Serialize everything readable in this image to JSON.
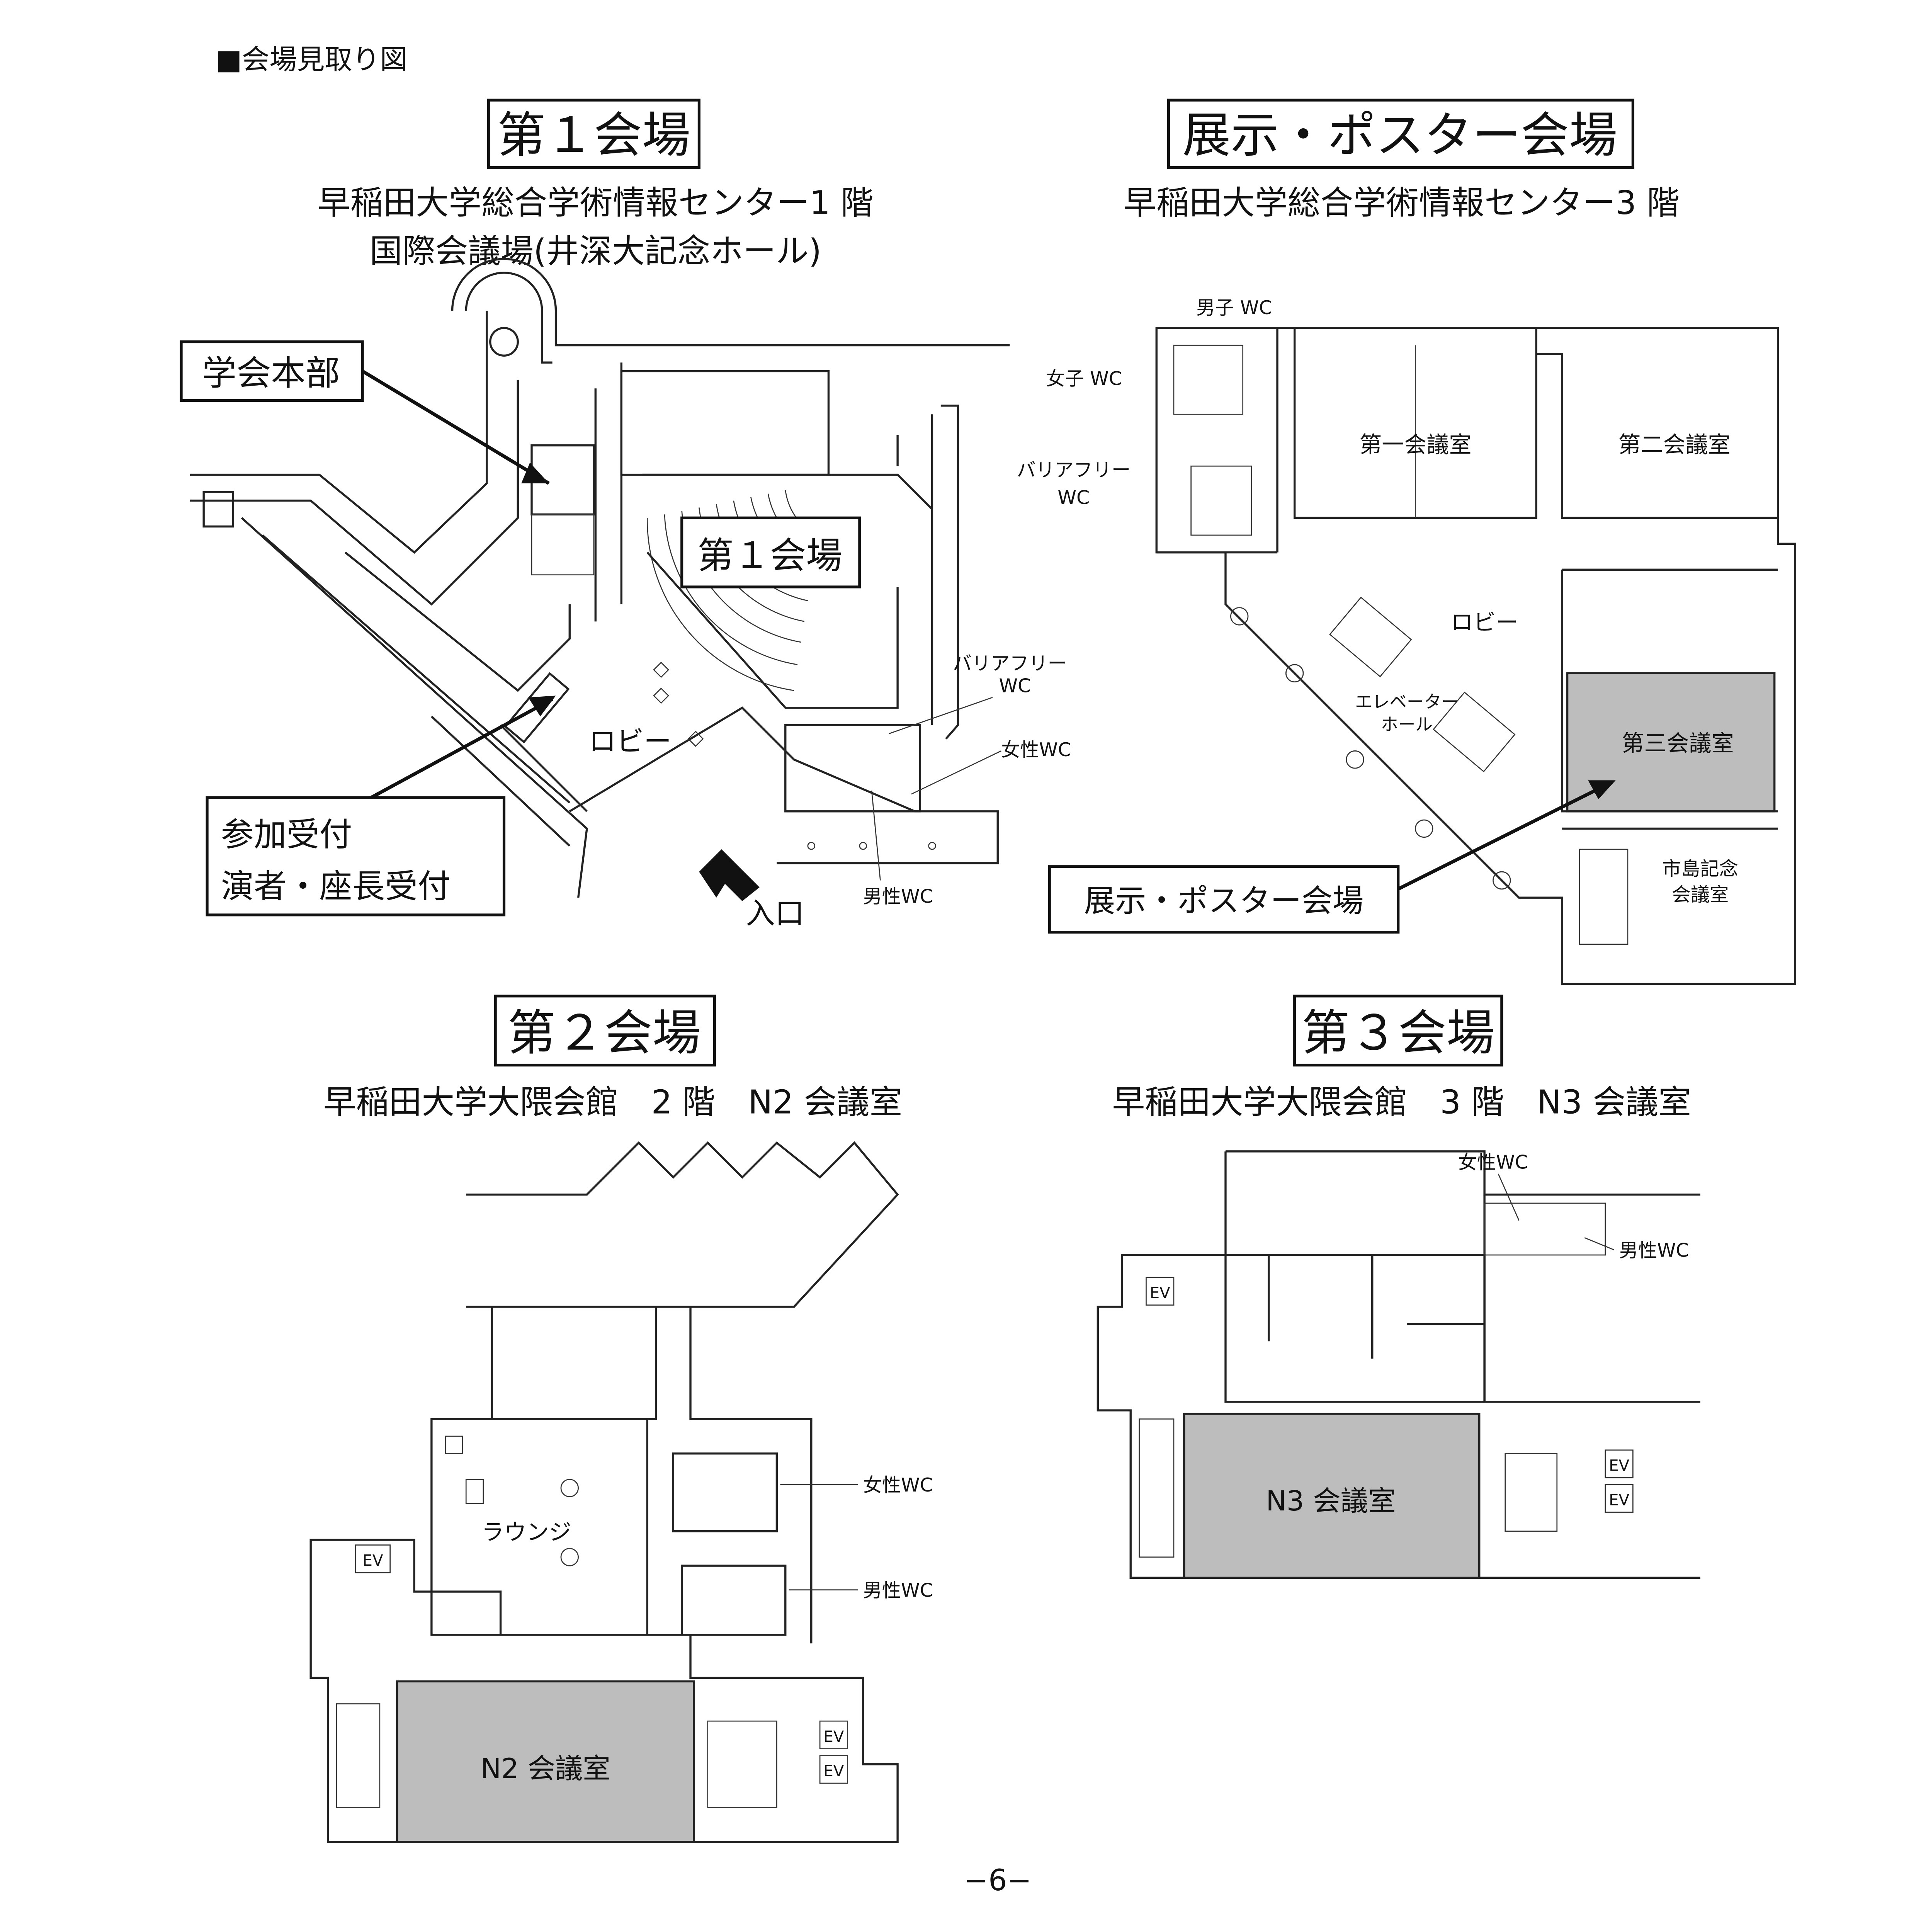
{
  "section_title": "■会場見取り図",
  "venues": [
    {
      "title": "第１会場",
      "subtitle_lines": [
        "早稲田大学総合学術情報センター1 階",
        "国際会議場(井深大記念ホール)"
      ],
      "labels": {
        "hq": "学会本部",
        "hall": "第１会場",
        "lobby": "ロビー",
        "barrier_free_wc": [
          "バリアフリー",
          "WC"
        ],
        "women_wc": "女性WC",
        "men_wc": "男性WC",
        "reception": [
          "参加受付",
          "演者・座長受付"
        ],
        "entrance": "入口"
      }
    },
    {
      "title": "展示・ポスター会場",
      "subtitle_lines": [
        "早稲田大学総合学術情報センター3 階"
      ],
      "labels": {
        "men_wc": "男子 WC",
        "women_wc": "女子 WC",
        "barrier_free_wc": [
          "バリアフリー",
          "WC"
        ],
        "room1": "第一会議室",
        "room2": "第二会議室",
        "lobby": "ロビー",
        "elevator_hall": [
          "エレベーター",
          "ホール"
        ],
        "room3": "第三会議室",
        "ichishima": [
          "市島記念",
          "会議室"
        ],
        "exhibit": "展示・ポスター会場"
      }
    },
    {
      "title": "第２会場",
      "subtitle_lines": [
        "早稲田大学大隈会館　2 階　N2 会議室"
      ],
      "labels": {
        "lounge": "ラウンジ",
        "women_wc": "女性WC",
        "men_wc": "男性WC",
        "room": "N2 会議室",
        "ev": "EV"
      }
    },
    {
      "title": "第３会場",
      "subtitle_lines": [
        "早稲田大学大隈会館　3 階　N3 会議室"
      ],
      "labels": {
        "women_wc": "女性WC",
        "men_wc": "男性WC",
        "room": "N3 会議室",
        "ev": "EV"
      }
    }
  ],
  "page_number": "−6−"
}
